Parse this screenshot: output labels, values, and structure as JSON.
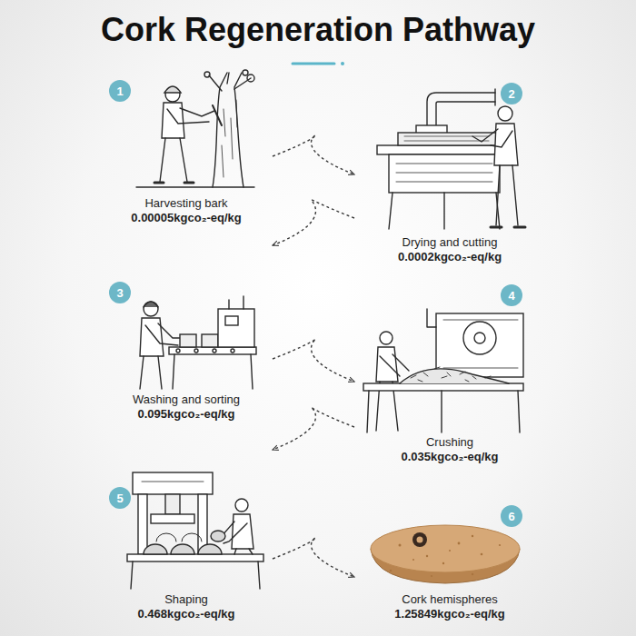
{
  "diagram": {
    "title": "Cork Regeneration Pathway",
    "nodes": [
      {
        "text": [
          "Harvesting bark",
          "0.00005kgco₂-eq/kg"
        ]
      },
      {
        "text": [
          "1"
        ],
        "in": 0
      },
      {
        "text": [
          "Drying and cutting",
          "0.0002kgco₂-eq/kg"
        ]
      },
      {
        "text": [
          "2"
        ],
        "in": 2
      },
      {
        "text": [
          "Washing and sorting",
          "0.095kgco₂-eq/kg"
        ]
      },
      {
        "text": [
          "3"
        ],
        "in": 4
      },
      {
        "text": [
          "Crushing",
          "0.035kgco₂-eq/kg"
        ]
      },
      {
        "text": [
          "4"
        ],
        "in": 6
      },
      {
        "text": [
          "Shaping",
          "0.468kgco₂-eq/kg"
        ]
      },
      {
        "text": [
          "5"
        ],
        "in": 8
      },
      {
        "text": [
          "Cork hemispheres",
          "1.25849kgco₂-eq/kg"
        ]
      },
      {
        "text": [
          "6"
        ],
        "in": 10
      }
    ],
    "edges": [
      {
        "from": 0,
        "to": 2,
        "arrow": "to"
      },
      {
        "from": 2,
        "to": 4,
        "arrow": "to"
      },
      {
        "from": 4,
        "to": 6,
        "arrow": "to"
      },
      {
        "from": 6,
        "to": 8,
        "arrow": "to"
      },
      {
        "from": 8,
        "to": 10,
        "arrow": "to"
      }
    ]
  }
}
